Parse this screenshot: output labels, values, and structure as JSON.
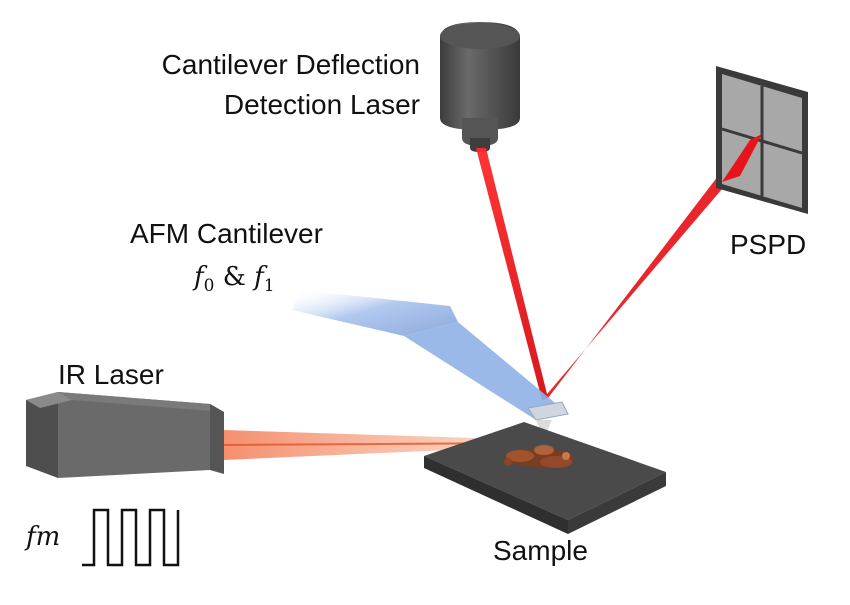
{
  "labels": {
    "detection_laser_line1": "Cantilever Deflection",
    "detection_laser_line2": "Detection Laser",
    "pspd": "PSPD",
    "cantilever": "AFM Cantilever",
    "f0_symbol": "f",
    "f0_sub": "0",
    "ampersand": "&",
    "f1_symbol": "f",
    "f1_sub": "1",
    "ir_laser": "IR Laser",
    "fm": "fm",
    "sample": "Sample"
  },
  "colors": {
    "detection_beam": "#e8141b",
    "ir_beam": "#f07a4c",
    "cantilever": "#8fb0e6",
    "laser_body": "#5a5a5a",
    "sample_base": "#4a4a4a",
    "pspd_frame": "#3a3a3a",
    "pspd_cell": "#9a9a9a"
  },
  "icons": [
    "detection-laser-icon",
    "pspd-detector-icon",
    "afm-cantilever-icon",
    "ir-laser-icon",
    "square-wave-icon",
    "sample-stage-icon"
  ]
}
